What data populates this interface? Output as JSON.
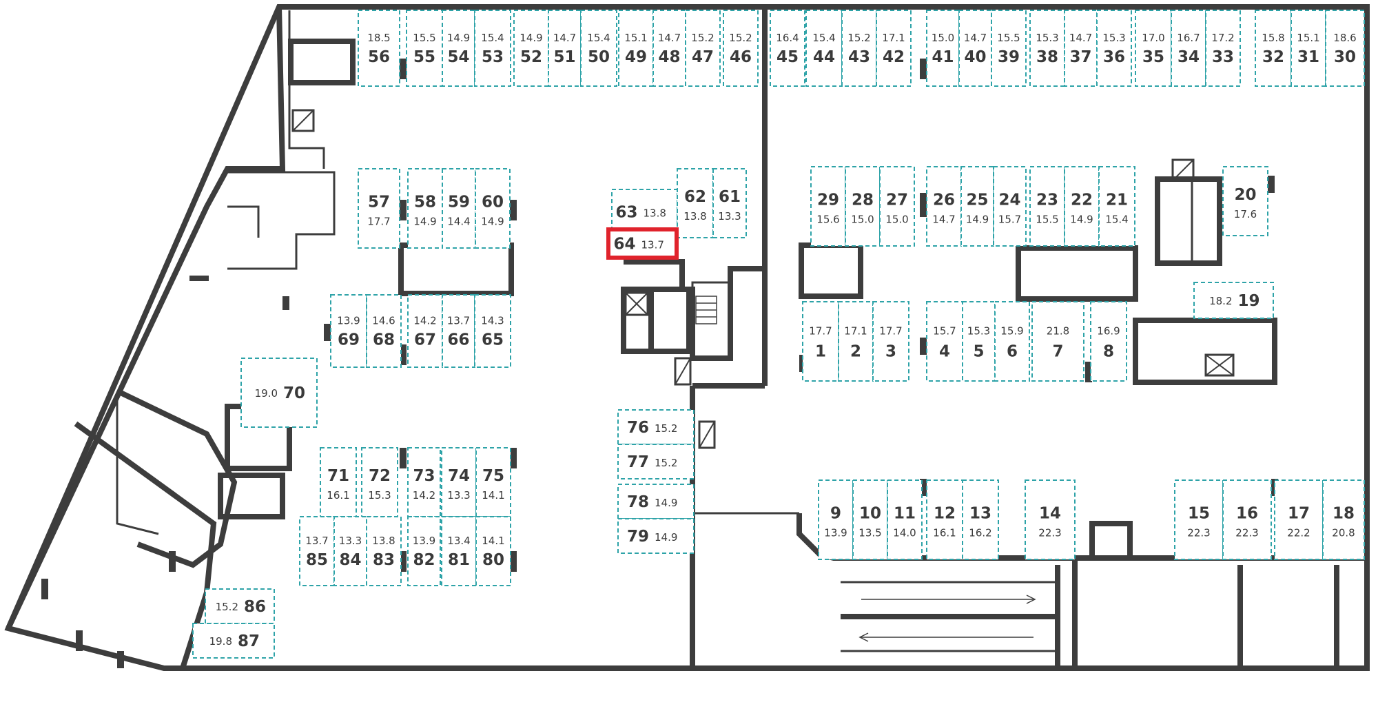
{
  "colors": {
    "spot_border": "#2ea3a8",
    "selected_border": "#e0232c",
    "wall": "#3d3d3d",
    "text": "#3a3a3a"
  },
  "selected_spot": "64",
  "icons": [
    "elevator-icon",
    "staircase-icon",
    "ventilation-shaft-icon",
    "drive-direction-arrow-icon"
  ],
  "spots": [
    {
      "id": "56",
      "area": "18.5"
    },
    {
      "id": "55",
      "area": "15.5"
    },
    {
      "id": "54",
      "area": "14.9"
    },
    {
      "id": "53",
      "area": "15.4"
    },
    {
      "id": "52",
      "area": "14.9"
    },
    {
      "id": "51",
      "area": "14.7"
    },
    {
      "id": "50",
      "area": "15.4"
    },
    {
      "id": "49",
      "area": "15.1"
    },
    {
      "id": "48",
      "area": "14.7"
    },
    {
      "id": "47",
      "area": "15.2"
    },
    {
      "id": "46",
      "area": "15.2"
    },
    {
      "id": "45",
      "area": "16.4"
    },
    {
      "id": "44",
      "area": "15.4"
    },
    {
      "id": "43",
      "area": "15.2"
    },
    {
      "id": "42",
      "area": "17.1"
    },
    {
      "id": "41",
      "area": "15.0"
    },
    {
      "id": "40",
      "area": "14.7"
    },
    {
      "id": "39",
      "area": "15.5"
    },
    {
      "id": "38",
      "area": "15.3"
    },
    {
      "id": "37",
      "area": "14.7"
    },
    {
      "id": "36",
      "area": "15.3"
    },
    {
      "id": "35",
      "area": "17.0"
    },
    {
      "id": "34",
      "area": "16.7"
    },
    {
      "id": "33",
      "area": "17.2"
    },
    {
      "id": "32",
      "area": "15.8"
    },
    {
      "id": "31",
      "area": "15.1"
    },
    {
      "id": "30",
      "area": "18.6"
    },
    {
      "id": "57",
      "area": "17.7"
    },
    {
      "id": "58",
      "area": "14.9"
    },
    {
      "id": "59",
      "area": "14.4"
    },
    {
      "id": "60",
      "area": "14.9"
    },
    {
      "id": "63",
      "area": "13.8"
    },
    {
      "id": "62",
      "area": "13.8"
    },
    {
      "id": "61",
      "area": "13.3"
    },
    {
      "id": "64",
      "area": "13.7"
    },
    {
      "id": "29",
      "area": "15.6"
    },
    {
      "id": "28",
      "area": "15.0"
    },
    {
      "id": "27",
      "area": "15.0"
    },
    {
      "id": "26",
      "area": "14.7"
    },
    {
      "id": "25",
      "area": "14.9"
    },
    {
      "id": "24",
      "area": "15.7"
    },
    {
      "id": "23",
      "area": "15.5"
    },
    {
      "id": "22",
      "area": "14.9"
    },
    {
      "id": "21",
      "area": "15.4"
    },
    {
      "id": "20",
      "area": "17.6"
    },
    {
      "id": "19",
      "area": "18.2"
    },
    {
      "id": "69",
      "area": "13.9"
    },
    {
      "id": "68",
      "area": "14.6"
    },
    {
      "id": "67",
      "area": "14.2"
    },
    {
      "id": "66",
      "area": "13.7"
    },
    {
      "id": "65",
      "area": "14.3"
    },
    {
      "id": "1",
      "area": "17.7"
    },
    {
      "id": "2",
      "area": "17.1"
    },
    {
      "id": "3",
      "area": "17.7"
    },
    {
      "id": "4",
      "area": "15.7"
    },
    {
      "id": "5",
      "area": "15.3"
    },
    {
      "id": "6",
      "area": "15.9"
    },
    {
      "id": "7",
      "area": "21.8"
    },
    {
      "id": "8",
      "area": "16.9"
    },
    {
      "id": "70",
      "area": "19.0"
    },
    {
      "id": "76",
      "area": "15.2"
    },
    {
      "id": "77",
      "area": "15.2"
    },
    {
      "id": "78",
      "area": "14.9"
    },
    {
      "id": "79",
      "area": "14.9"
    },
    {
      "id": "71",
      "area": "16.1"
    },
    {
      "id": "72",
      "area": "15.3"
    },
    {
      "id": "73",
      "area": "14.2"
    },
    {
      "id": "74",
      "area": "13.3"
    },
    {
      "id": "75",
      "area": "14.1"
    },
    {
      "id": "85",
      "area": "13.7"
    },
    {
      "id": "84",
      "area": "13.3"
    },
    {
      "id": "83",
      "area": "13.8"
    },
    {
      "id": "82",
      "area": "13.9"
    },
    {
      "id": "81",
      "area": "13.4"
    },
    {
      "id": "80",
      "area": "14.1"
    },
    {
      "id": "9",
      "area": "13.9"
    },
    {
      "id": "10",
      "area": "13.5"
    },
    {
      "id": "11",
      "area": "14.0"
    },
    {
      "id": "12",
      "area": "16.1"
    },
    {
      "id": "13",
      "area": "16.2"
    },
    {
      "id": "14",
      "area": "22.3"
    },
    {
      "id": "15",
      "area": "22.3"
    },
    {
      "id": "16",
      "area": "22.3"
    },
    {
      "id": "17",
      "area": "22.2"
    },
    {
      "id": "18",
      "area": "20.8"
    },
    {
      "id": "86",
      "area": "15.2"
    },
    {
      "id": "87",
      "area": "19.8"
    }
  ]
}
